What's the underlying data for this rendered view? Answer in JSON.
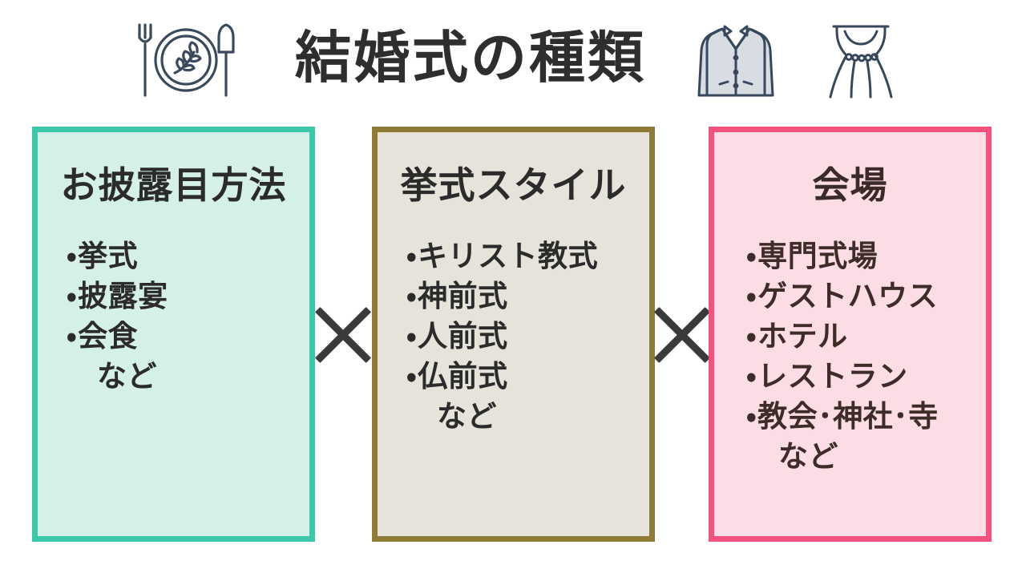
{
  "header": {
    "title": "結婚式の種類",
    "left_icon": "plate-fork-knife-icon",
    "right_icon_1": "tuxedo-icon",
    "right_icon_2": "wedding-dress-icon"
  },
  "separators": [
    {
      "symbol": "×",
      "name": "multiply-separator-1"
    },
    {
      "symbol": "×",
      "name": "multiply-separator-2"
    }
  ],
  "colors": {
    "card1_border": "#3cc7a8",
    "card1_fill": "#d5f0e9",
    "card2_border": "#8e7b36",
    "card2_fill": "#e6e4da",
    "card3_border": "#f4527e",
    "card3_fill": "#fcdde5",
    "title_text": "#2e2e2e",
    "icon_stroke": "#3a4a5c"
  },
  "cards": [
    {
      "heading": "お披露目方法",
      "items": [
        {
          "text": "挙式",
          "bulleted": true
        },
        {
          "text": "披露宴",
          "bulleted": true
        },
        {
          "text": "会食",
          "bulleted": true
        },
        {
          "text": "など",
          "bulleted": false
        }
      ]
    },
    {
      "heading": "挙式スタイル",
      "items": [
        {
          "text": "キリスト教式",
          "bulleted": true
        },
        {
          "text": "神前式",
          "bulleted": true
        },
        {
          "text": "人前式",
          "bulleted": true
        },
        {
          "text": "仏前式",
          "bulleted": true
        },
        {
          "text": "など",
          "bulleted": false
        }
      ]
    },
    {
      "heading": "会場",
      "items": [
        {
          "text": "専門式場",
          "bulleted": true
        },
        {
          "text": "ゲストハウス",
          "bulleted": true
        },
        {
          "text": "ホテル",
          "bulleted": true
        },
        {
          "text": "レストラン",
          "bulleted": true
        },
        {
          "text": "教会･神社･寺",
          "bulleted": true
        },
        {
          "text": "など",
          "bulleted": false
        }
      ]
    }
  ]
}
